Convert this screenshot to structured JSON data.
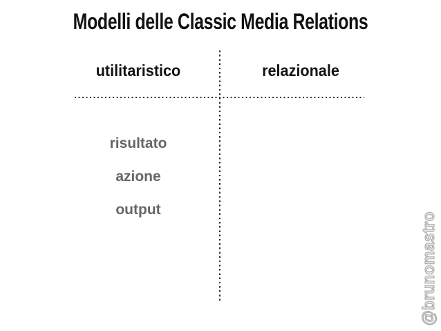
{
  "slide": {
    "title": "Modelli delle Classic Media Relations",
    "diagram": {
      "type": "quadrant-columns",
      "divider_style": "dotted",
      "columns": {
        "left": {
          "header": "utilitaristico",
          "items": [
            "risultato",
            "azione",
            "output"
          ]
        },
        "right": {
          "header": "relazionale",
          "items": []
        }
      }
    },
    "attribution": "@brunomastro",
    "colors": {
      "background": "#ffffff",
      "title_text": "#121212",
      "header_text": "#121212",
      "item_text": "#666666",
      "dotted_line": "#2b2b2b",
      "attribution_outline": "#ababab",
      "attribution_fill": "#e8e8e8"
    }
  }
}
